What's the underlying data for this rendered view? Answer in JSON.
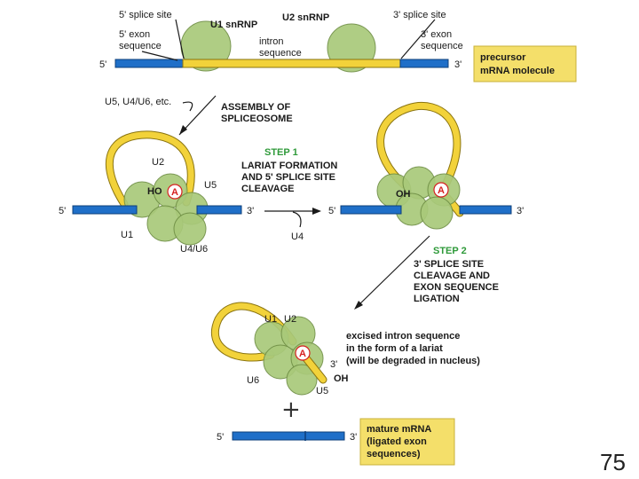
{
  "labels": {
    "splice5": "5' splice site",
    "u1": "U1 snRNP",
    "u2": "U2 snRNP",
    "splice3": "3' splice site",
    "exon5_l1": "5' exon",
    "exon5_l2": "sequence",
    "intron_l1": "intron",
    "intron_l2": "sequence",
    "exon3_l1": "3' exon",
    "exon3_l2": "sequence",
    "end5": "5'",
    "end3": "3'",
    "precursor_l1": "precursor",
    "precursor_l2": "mRNA molecule",
    "assembly_in": "U5, U4/U6, etc.",
    "assembly_l1": "ASSEMBLY OF",
    "assembly_l2": "SPLICEOSOME",
    "step1": "STEP 1",
    "step1_l1": "LARIAT FORMATION",
    "step1_l2": "AND 5' SPLICE SITE",
    "step1_l3": "CLEAVAGE",
    "u4": "U4",
    "step2": "STEP 2",
    "step2_l1": "3' SPLICE SITE",
    "step2_l2": "CLEAVAGE AND",
    "step2_l3": "EXON SEQUENCE",
    "step2_l4": "LIGATION",
    "p1_u2": "U2",
    "p1_u5": "U5",
    "p1_ho": "HO",
    "p1_a": "A",
    "p1_u1": "U1",
    "p1_u4u6": "U4/U6",
    "p2_oh": "OH",
    "p2_a": "A",
    "p3_u1": "U1",
    "p3_u2": "U2",
    "p3_a": "A",
    "p3_u6": "U6",
    "p3_u5": "U5",
    "p3_oh": "OH",
    "excised_l1": "excised intron sequence",
    "excised_l2": "in the form of a lariat",
    "excised_l3": "(will be degraded in nucleus)",
    "plus": "+",
    "mature_l1": "mature mRNA",
    "mature_l2": "(ligated exon",
    "mature_l3": "sequences)",
    "page": "75"
  },
  "colors": {
    "exon": "#1f6fc8",
    "intron": "#f2d23a",
    "snrnp": "#a9c97a",
    "step": "#2f9a3a",
    "box": "#f4df6a",
    "adenosine": "#d62020"
  }
}
